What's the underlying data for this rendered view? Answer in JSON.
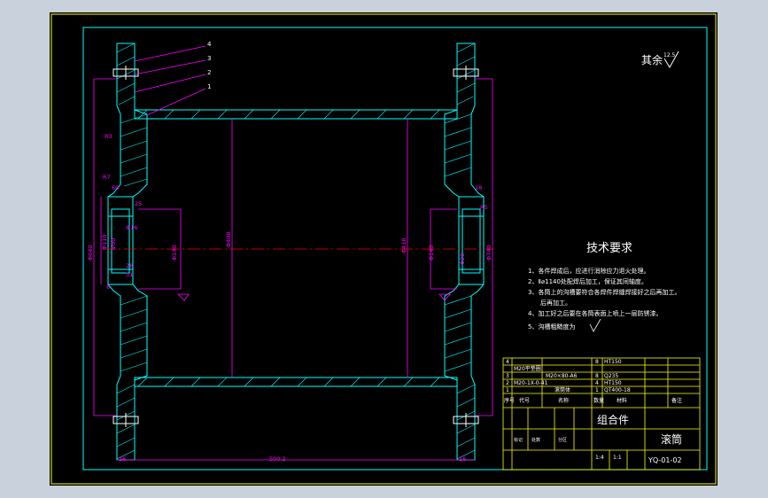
{
  "drawing": {
    "roughness_note": "其余",
    "roughness_value": "12.5",
    "tech_title": "技术要求",
    "requirements": [
      "1、各件焊成后，应进行消除应力退火处理。",
      "2、Ⅱ⌀1140处配焊后加工，保证其同轴度。",
      "3、各筒上的沟槽要符合各焊件焊缝焊接好之后再加工。",
      "后再加工。",
      "4、加工好之后要在各筒表面上喷上一层防锈漆。",
      "5、沟槽粗糙度为"
    ],
    "part_numbers": [
      "4",
      "3",
      "2",
      "1"
    ]
  },
  "dimensions": {
    "overall_length": "500.2",
    "left_end_width": "16",
    "right_end_width": "16",
    "outer_dia": "Φ640",
    "shaft_dia_left": "Φ140",
    "shaft_dia_right": "Φ140",
    "bore_dia": "Φ408",
    "drum_dia": "Φ418",
    "flange_dia_right": "Φ740",
    "small_dims": [
      "R3",
      "R7",
      "60",
      "28",
      "31",
      "Φ16",
      "Φ110",
      "Φ50",
      "25",
      "Φ20",
      "18",
      "8",
      "R5"
    ]
  },
  "bom": {
    "rows": [
      {
        "no": "4",
        "name": "M20平垫圈",
        "qty": "8",
        "material": "HT150",
        "note": ""
      },
      {
        "no": "3",
        "name": "M20×80-A6",
        "qty": "8",
        "material": "Q235",
        "note": ""
      },
      {
        "no": "2",
        "name": "M20-1X-0-41",
        "qty": "4",
        "material": "HT150",
        "note": ""
      },
      {
        "no": "1",
        "name": "滚筒体",
        "qty": "1",
        "material": "QT400-18",
        "note": ""
      }
    ],
    "headers": [
      "序号",
      "代号",
      "名称",
      "数量",
      "材料",
      "备注"
    ]
  },
  "title_block": {
    "assembly": "组合件",
    "part_name": "滚筒",
    "drawing_no": "YQ-01-02",
    "scale": "1:4",
    "sheet": "1:1",
    "label_a": "标记",
    "label_b": "处数",
    "label_c": "分区"
  },
  "colors": {
    "frame": "#ffff00",
    "border": "#00ffff",
    "part": "#00ffff",
    "dims": "#ff00ff",
    "center": "#ff0000",
    "text": "#ffffff",
    "bg": "#000000"
  }
}
